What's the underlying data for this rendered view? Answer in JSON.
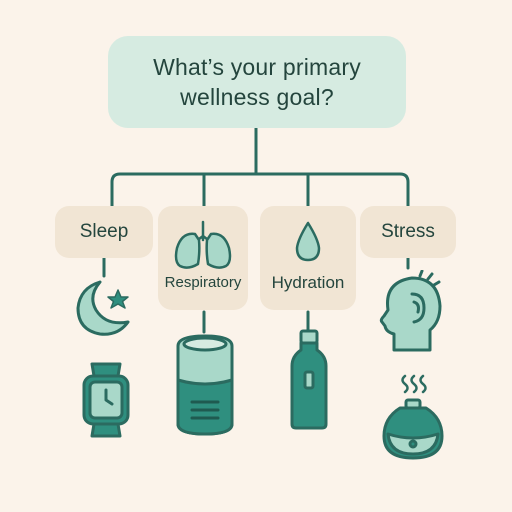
{
  "question": "What’s your primary wellness goal?",
  "options": [
    {
      "label": "Sleep",
      "icons": [
        "moon-star-icon",
        "smartwatch-icon"
      ]
    },
    {
      "label": "Respiratory",
      "icons": [
        "lungs-icon",
        "air-purifier-icon"
      ]
    },
    {
      "label": "Hydration",
      "icons": [
        "water-drop-icon",
        "water-bottle-icon"
      ]
    },
    {
      "label": "Stress",
      "icons": [
        "head-mind-icon",
        "aroma-diffuser-icon"
      ]
    }
  ],
  "colors": {
    "background": "#fbf3ea",
    "accent_teal": "#2f8f7f",
    "teal_fill": "#a9d8c9",
    "card": "#f1e5d4",
    "question_box": "#d6ebe1",
    "line": "#2b6b60",
    "text": "#24453d"
  }
}
